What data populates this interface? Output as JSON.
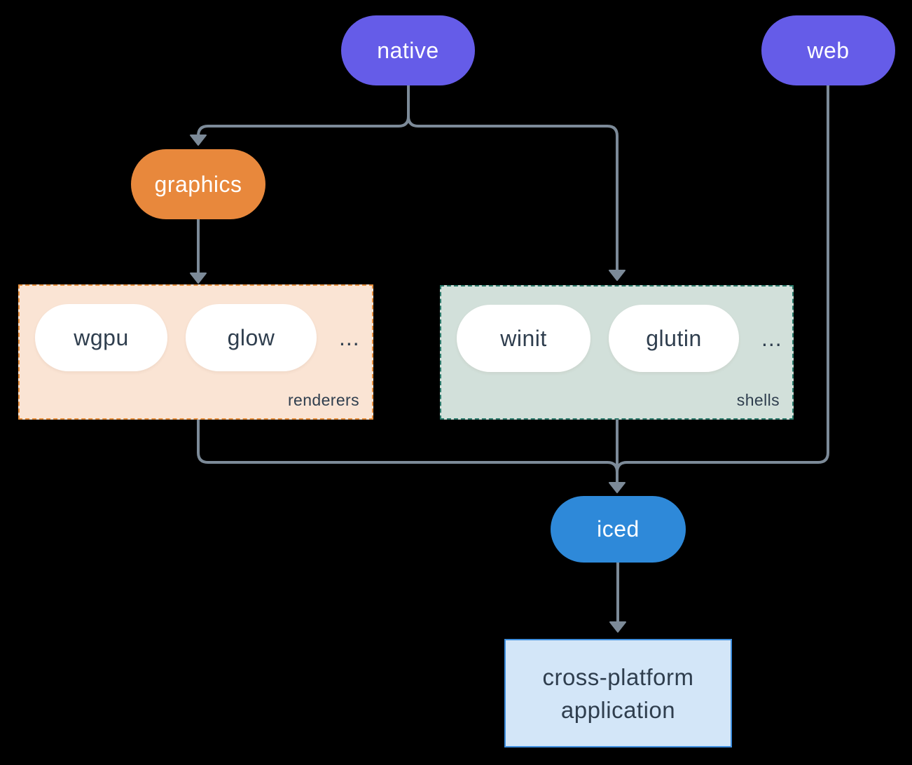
{
  "colors": {
    "canvas": "#000000",
    "edge": "#7c8a98",
    "purple": "#655ce8",
    "orange": "#e8883c",
    "peach_fill": "#fae4d4",
    "peach_border": "#e9913f",
    "sage_fill": "#d2e0da",
    "sage_border": "#2e7d6e",
    "blue": "#2e89d9",
    "app_fill": "#d3e6f8",
    "app_border": "#3e8ede",
    "text_light": "#ffffff",
    "text_dark": "#2f3e4e"
  },
  "nodes": {
    "native": {
      "label": "native"
    },
    "web": {
      "label": "web"
    },
    "graphics": {
      "label": "graphics"
    },
    "iced": {
      "label": "iced"
    },
    "application": {
      "line1": "cross-platform",
      "line2": "application"
    }
  },
  "groups": {
    "renderers": {
      "label": "renderers",
      "items": [
        "wgpu",
        "glow"
      ],
      "more": "..."
    },
    "shells": {
      "label": "shells",
      "items": [
        "winit",
        "glutin"
      ],
      "more": "..."
    }
  }
}
